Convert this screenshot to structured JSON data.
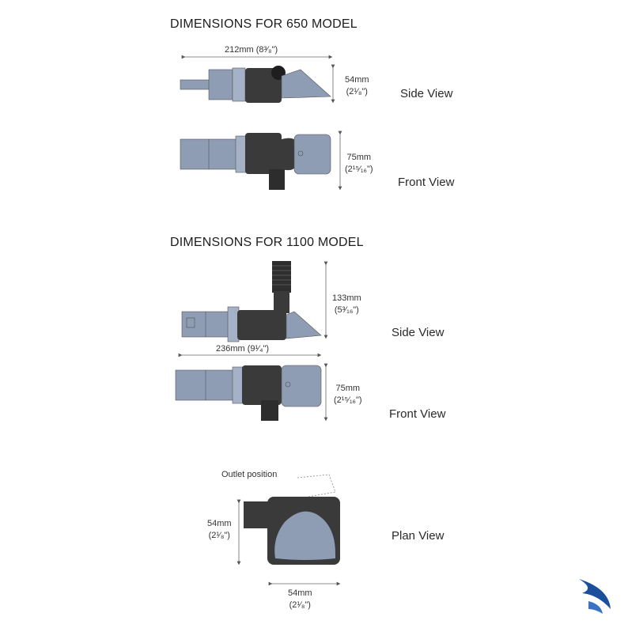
{
  "headings": {
    "model_650": "DIMENSIONS FOR 650 MODEL",
    "model_1100": "DIMENSIONS FOR 1100 MODEL"
  },
  "labels": {
    "side_view": "Side View",
    "front_view": "Front View",
    "plan_view": "Plan View",
    "outlet_position": "Outlet position"
  },
  "dimensions": {
    "m650_width": "212mm (8³⁄₈\")",
    "m650_side_height": "54mm",
    "m650_side_height_in": "(2¹⁄₈\")",
    "m650_front_height": "75mm",
    "m650_front_height_in": "(2¹⁵⁄₁₆\")",
    "m1100_height": "133mm",
    "m1100_height_in": "(5³⁄₁₆\")",
    "m1100_width": "236mm (9¹⁄₄\")",
    "m1100_front_height": "75mm",
    "m1100_front_height_in": "(2¹⁵⁄₁₆\")",
    "plan_height": "54mm",
    "plan_height_in": "(2¹⁄₈\")",
    "plan_width": "54mm",
    "plan_width_in": "(2¹⁄₈\")"
  },
  "colors": {
    "body_blue": "#8e9cb4",
    "dark_grey": "#3a3a3a",
    "logo_blue": "#1b4f9c"
  }
}
